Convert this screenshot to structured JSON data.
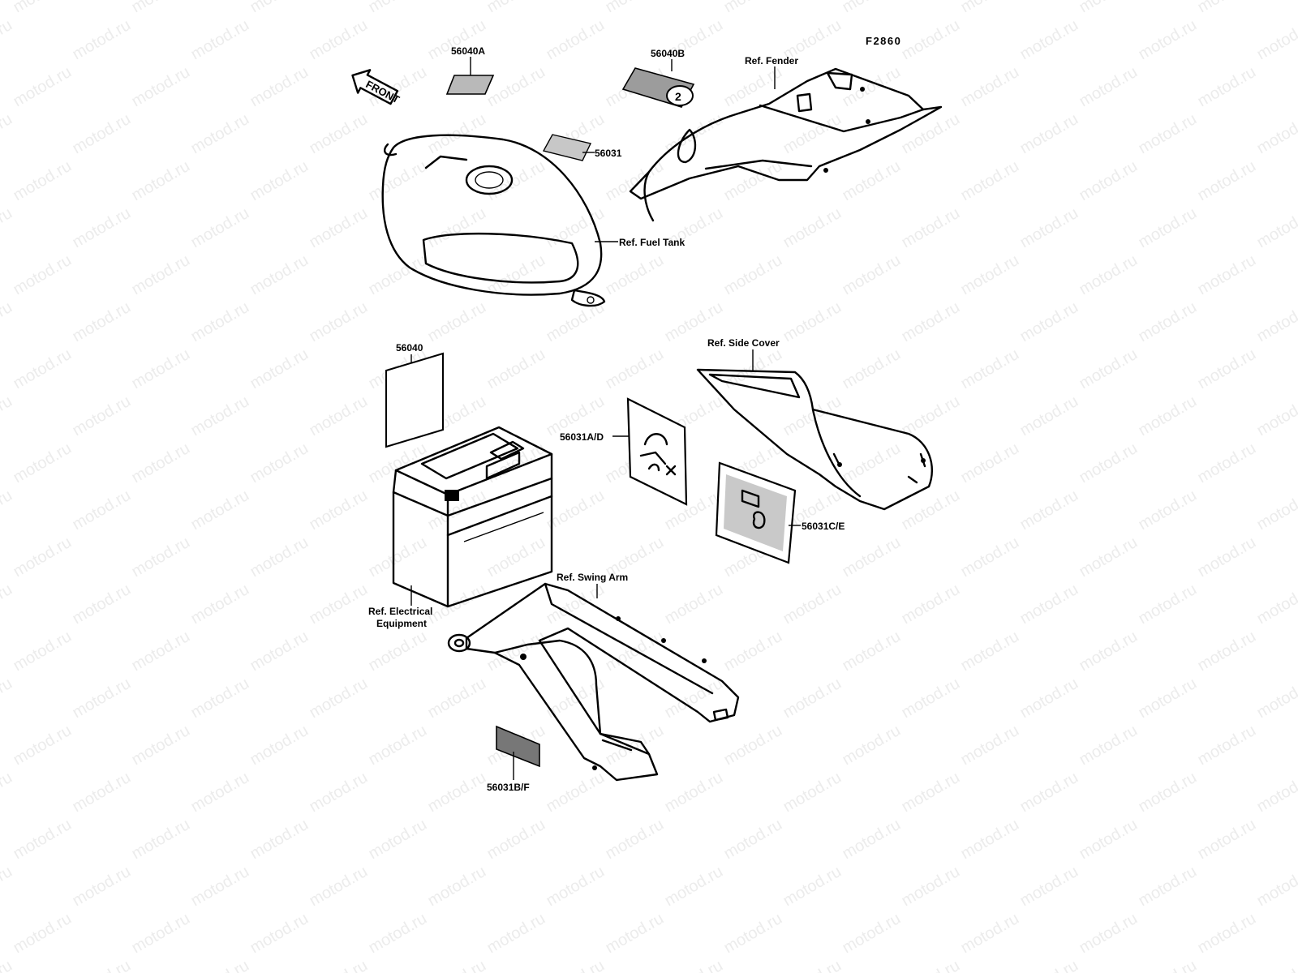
{
  "diagram": {
    "figure_code": "F2860",
    "watermark": "motod.ru",
    "front_arrow": "FRONT",
    "labels": {
      "p56040A": "56040A",
      "p56040B": "56040B",
      "p56031": "56031",
      "p56040": "56040",
      "p56031AD": "56031A/D",
      "p56031CE": "56031C/E",
      "p56031BF": "56031B/F",
      "ref_fender": "Ref. Fender",
      "ref_fuel_tank": "Ref. Fuel Tank",
      "ref_side_cover": "Ref. Side Cover",
      "ref_swing_arm": "Ref. Swing Arm",
      "ref_electrical_1": "Ref. Electrical",
      "ref_electrical_2": "Equipment"
    }
  }
}
